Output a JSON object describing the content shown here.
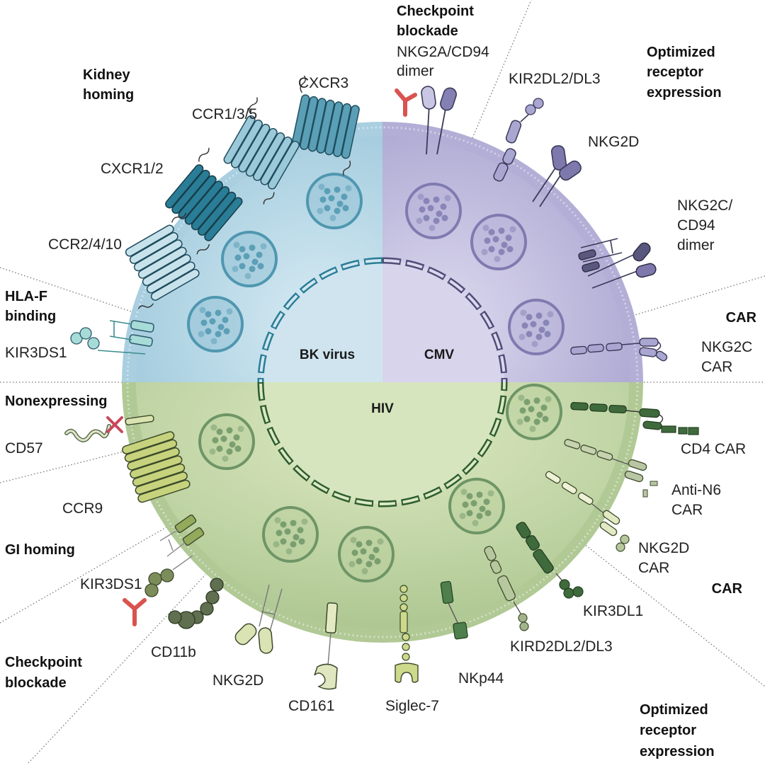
{
  "figure": {
    "colors": {
      "bk_quadrant": "#c9e1ee",
      "bk_accent": "#2a7d96",
      "cmv_quadrant": "#cfcbe6",
      "cmv_accent": "#5c5a8c",
      "hiv_quadrant": "#d3e2b5",
      "hiv_accent": "#3f6b3c",
      "antibody": "#d9534f"
    },
    "core_labels": {
      "bk": "BK virus",
      "cmv": "CMV",
      "hiv": "HIV"
    },
    "categories": {
      "kidney_homing": [
        "Kidney",
        "homing"
      ],
      "hla_f_binding": [
        "HLA-F",
        "binding"
      ],
      "checkpoint_top": [
        "Checkpoint",
        "blockade"
      ],
      "optimized_top": [
        "Optimized",
        "receptor",
        "expression"
      ],
      "car_right_top": [
        "CAR"
      ],
      "nonexpressing": [
        "Nonexpressing"
      ],
      "gi_homing": [
        "GI homing"
      ],
      "checkpoint_bottom": [
        "Checkpoint",
        "blockade"
      ],
      "car_right_bottom": [
        "CAR"
      ],
      "optimized_bottom": [
        "Optimized",
        "receptor",
        "expression"
      ]
    },
    "receptors": {
      "cxcr3": "CXCR3",
      "ccr135": "CCR1/3/5",
      "cxcr12": "CXCR1/2",
      "ccr2410": "CCR2/4/10",
      "kir3ds1_top": "KIR3DS1",
      "nkg2a_cd94": [
        "NKG2A/CD94",
        "dimer"
      ],
      "kir2dl2_dl3": "KIR2DL2/DL3",
      "nkg2d_top": "NKG2D",
      "nkg2c_cd94": [
        "NKG2C/",
        "CD94",
        "dimer"
      ],
      "nkg2c_car": [
        "NKG2C",
        "CAR"
      ],
      "cd57": "CD57",
      "ccr9": "CCR9",
      "kir3ds1_bottom": "KIR3DS1",
      "cd11b": "CD11b",
      "nkg2d_bottom": "NKG2D",
      "cd161": "CD161",
      "siglec7": "Siglec-7",
      "nkp44": "NKp44",
      "kird2dl2_dl3": "KIRD2DL2/DL3",
      "kir3dl1": "KIR3DL1",
      "nkg2d_car": [
        "NKG2D",
        "CAR"
      ],
      "anti_n6_car": [
        "Anti-N6",
        "CAR"
      ],
      "cd4_car": "CD4 CAR"
    }
  }
}
